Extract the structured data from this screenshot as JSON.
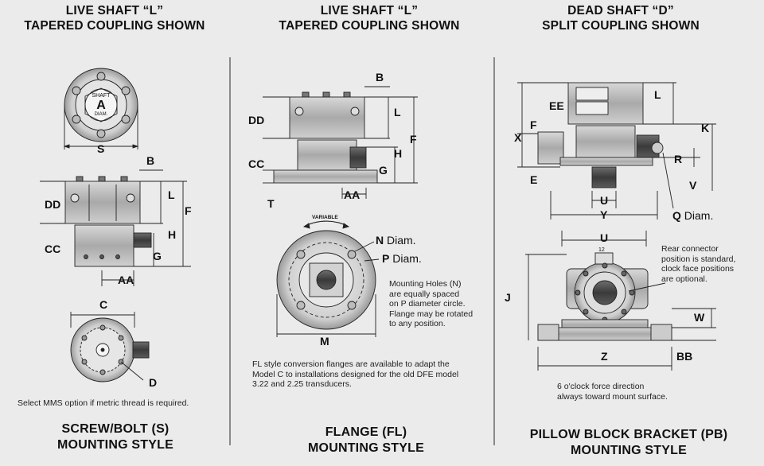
{
  "headers": {
    "left": [
      "LIVE SHAFT “L”",
      "TAPERED COUPLING SHOWN"
    ],
    "middle": [
      "LIVE SHAFT “L”",
      "TAPERED COUPLING SHOWN"
    ],
    "right": [
      "DEAD SHAFT “D”",
      "SPLIT COUPLING SHOWN"
    ]
  },
  "footers": {
    "left": [
      "SCREW/BOLT (S)",
      "MOUNTING STYLE"
    ],
    "middle": [
      "FLANGE (FL)",
      "MOUNTING STYLE"
    ],
    "right": [
      "PILLOW BLOCK BRACKET (PB)",
      "MOUNTING STYLE"
    ]
  },
  "left_panel": {
    "top_view_labels": {
      "shaft": "SHAFT",
      "a": "A",
      "diam": "DIAM."
    },
    "dims": {
      "S": "S",
      "B": "B",
      "L": "L",
      "DD": "DD",
      "F": "F",
      "H": "H",
      "CC": "CC",
      "G": "G",
      "AA": "AA",
      "C": "C",
      "D": "D"
    },
    "note": "Select MMS option if metric thread is required."
  },
  "middle_panel": {
    "dims": {
      "B": "B",
      "L": "L",
      "DD": "DD",
      "F": "F",
      "H": "H",
      "CC": "CC",
      "G": "G",
      "T": "T",
      "AA": "AA",
      "M": "M"
    },
    "variable": "VARIABLE",
    "n_diam": {
      "letter": "N",
      "text": "Diam."
    },
    "p_diam": {
      "letter": "P",
      "text": "Diam."
    },
    "mounting_note": [
      "Mounting Holes (N)",
      "are equally spaced",
      "on P diameter circle.",
      "Flange may be rotated",
      "to any position."
    ],
    "fl_note": [
      "FL style conversion flanges are available to adapt the",
      "Model C to installations designed for the old DFE model",
      "3.22 and 2.25 transducers."
    ]
  },
  "right_panel": {
    "dims": {
      "L": "L",
      "EE": "EE",
      "F": "F",
      "K": "K",
      "X": "X",
      "R": "R",
      "E": "E",
      "V": "V",
      "U": "U",
      "Y": "Y",
      "U2": "U",
      "J": "J",
      "W": "W",
      "Z": "Z",
      "BB": "BB"
    },
    "q_diam": {
      "letter": "Q",
      "text": "Diam."
    },
    "clock_12": "12",
    "rear_note": [
      "Rear connector",
      "position is standard,",
      "clock face positions",
      "are optional."
    ],
    "force_note": [
      "6 o'clock force direction",
      "always toward mount surface."
    ]
  }
}
